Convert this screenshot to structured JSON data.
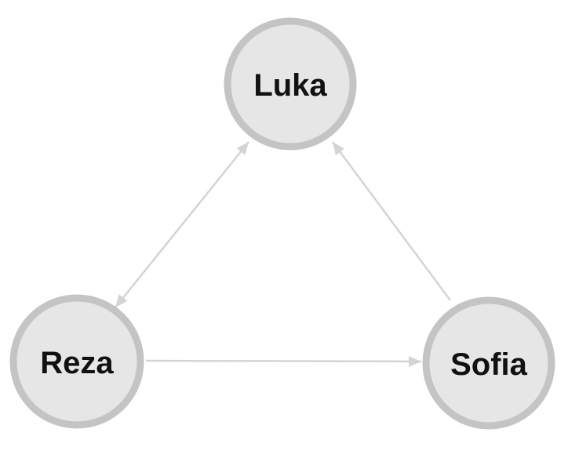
{
  "nodes": [
    {
      "id": "luka",
      "label": "Luka"
    },
    {
      "id": "reza",
      "label": "Reza"
    },
    {
      "id": "sofia",
      "label": "Sofia"
    }
  ],
  "edges": [
    {
      "from": "luka",
      "to": "reza",
      "direction": "both"
    },
    {
      "from": "reza",
      "to": "sofia",
      "direction": "forward"
    },
    {
      "from": "sofia",
      "to": "luka",
      "direction": "forward"
    }
  ],
  "colors": {
    "node_fill": "#e6e6e6",
    "node_border": "#c4c4c4",
    "edge": "#d4d4d4",
    "label": "#111111"
  }
}
